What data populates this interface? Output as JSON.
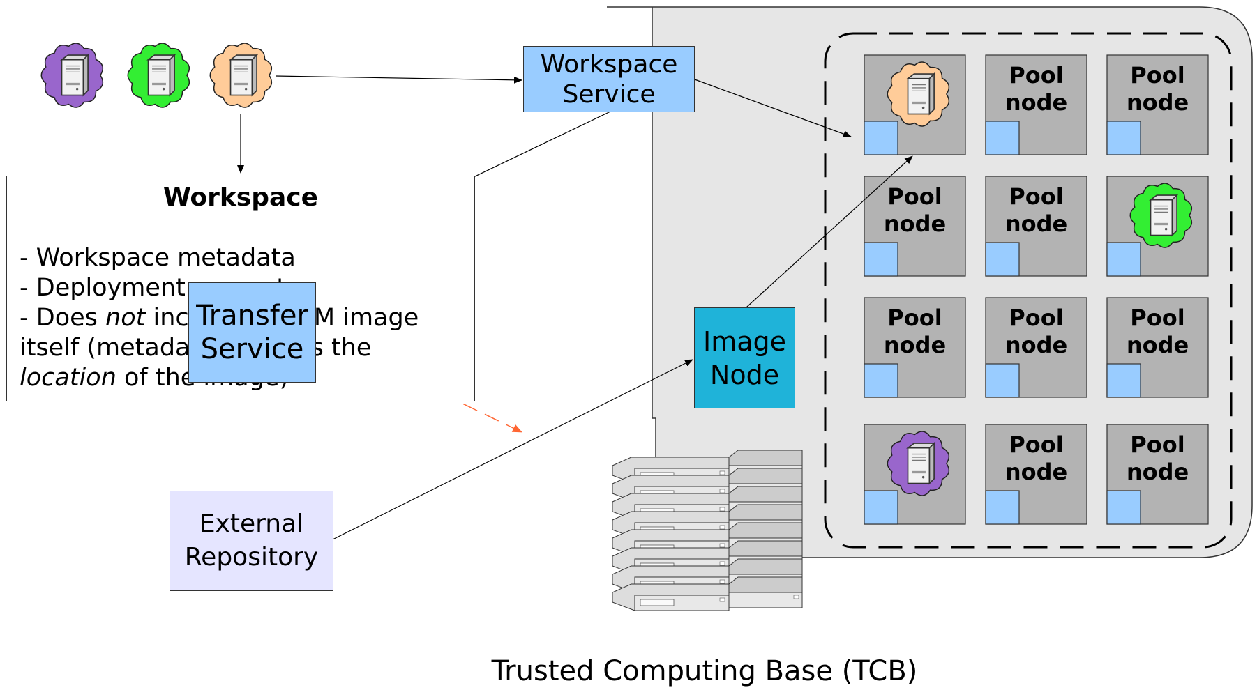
{
  "workspace_service": {
    "line1": "Workspace",
    "line2": "Service"
  },
  "transfer_service": {
    "line1": "Transfer",
    "line2": "Service"
  },
  "image_node": {
    "line1": "Image",
    "line2": "Node"
  },
  "external_repository": {
    "line1": "External",
    "line2": "Repository"
  },
  "workspace_box": {
    "title": "Workspace",
    "line1": "- Workspace metadata",
    "line2": "- Deployment request",
    "line3a": "- Does ",
    "line3_italic": "not",
    "line3b": " include the VM image",
    "line4": "itself (metadata includes the",
    "line5_italic": "location",
    "line5b": " of the image)"
  },
  "tcb_caption": "Trusted Computing Base (TCB)",
  "pool_node": {
    "line1": "Pool",
    "line2": "node"
  },
  "pool_grid": [
    [
      "vm-orange",
      "pool",
      "pool"
    ],
    [
      "pool",
      "pool",
      "vm-green"
    ],
    [
      "pool",
      "pool",
      "pool"
    ],
    [
      "vm-purple",
      "pool",
      "pool"
    ]
  ],
  "client_vms": [
    "vm-purple",
    "vm-green",
    "vm-orange"
  ],
  "colors": {
    "vm_purple": "#9966cc",
    "vm_green": "#33ee33",
    "vm_orange": "#ffcc99",
    "service_blue": "#99ccff",
    "image_node": "#1fb3d9",
    "external_repo": "#e5e5ff",
    "tcb_bg": "#e6e6e6",
    "pool_node": "#b3b3b3",
    "red_arrow": "#ff6633"
  }
}
